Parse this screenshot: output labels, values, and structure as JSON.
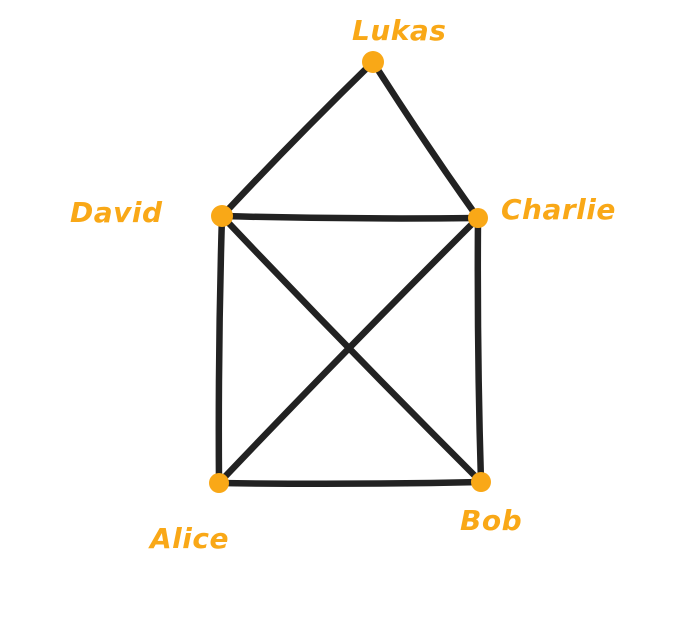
{
  "colors": {
    "background": "#ffffff",
    "edge": "#222222",
    "node": "#F9A817",
    "label": "#F9A817"
  },
  "nodes": [
    {
      "id": "lukas",
      "label": "Lukas"
    },
    {
      "id": "david",
      "label": "David"
    },
    {
      "id": "charlie",
      "label": "Charlie"
    },
    {
      "id": "alice",
      "label": "Alice"
    },
    {
      "id": "bob",
      "label": "Bob"
    }
  ],
  "edges": [
    {
      "from": "lukas",
      "to": "david"
    },
    {
      "from": "lukas",
      "to": "charlie"
    },
    {
      "from": "david",
      "to": "charlie"
    },
    {
      "from": "david",
      "to": "alice"
    },
    {
      "from": "david",
      "to": "bob"
    },
    {
      "from": "charlie",
      "to": "alice"
    },
    {
      "from": "charlie",
      "to": "bob"
    },
    {
      "from": "alice",
      "to": "bob"
    }
  ]
}
